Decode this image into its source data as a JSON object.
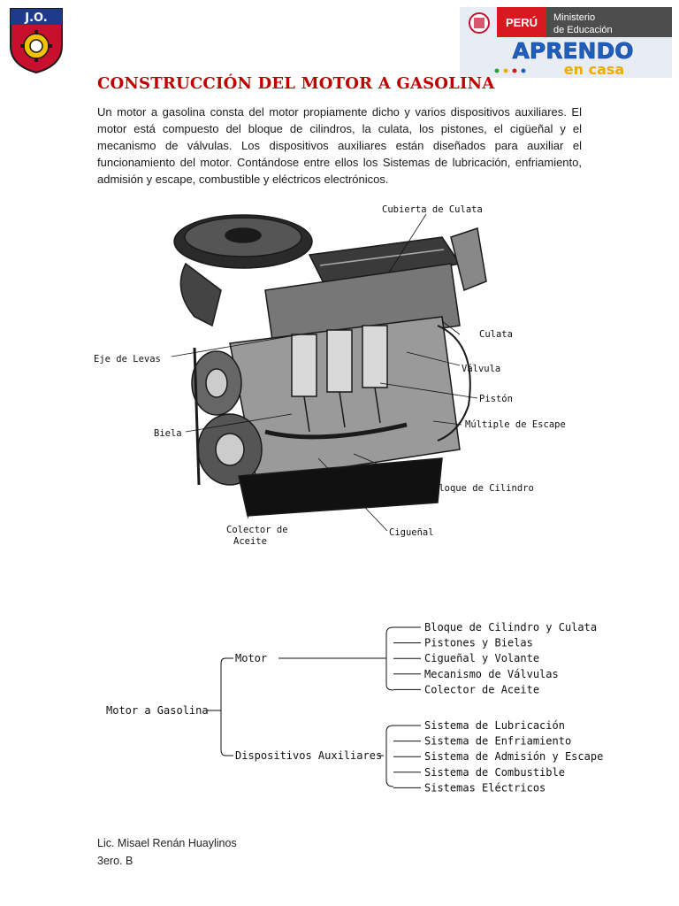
{
  "header": {
    "school_logo_text": "J.O.",
    "ministry_country": "PERÚ",
    "ministry_line1": "Ministerio",
    "ministry_line2": "de Educación",
    "program_line1": "APRENDO",
    "program_line2": "en casa"
  },
  "document": {
    "title": "CONSTRUCCIÓN DEL MOTOR A GASOLINA",
    "intro": "Un motor a gasolina consta del motor propiamente dicho y varios dispositivos auxiliares. El motor está compuesto del bloque de cilindros, la culata, los pistones, el cigüeñal y el mecanismo de válvulas. Los dispositivos auxiliares están diseñados para auxiliar el funcionamiento del motor. Contándose entre ellos los Sistemas de lubricación, enfriamiento, admisión y escape, combustible y eléctricos electrónicos."
  },
  "engine_labels": {
    "cubierta": "Cubierta de Culata",
    "culata": "Culata",
    "valvula": "Válvula",
    "piston": "Pistón",
    "multiple": "Múltiple de Escape",
    "bloque": "Bloque de Cilindro",
    "ciguenal": "Cigueñal",
    "colector_1": "Colector de",
    "colector_2": "Aceite",
    "biela": "Biela",
    "eje_levas": "Eje de Levas"
  },
  "tree": {
    "root": "Motor a Gasolina",
    "branches": [
      {
        "label": "Motor",
        "items": [
          "Bloque de Cilindro y Culata",
          "Pistones y Bielas",
          "Cigueñal y Volante",
          "Mecanismo de Válvulas",
          "Colector de Aceite"
        ]
      },
      {
        "label": "Dispositivos Auxiliares",
        "items": [
          "Sistema de Lubricación",
          "Sistema de Enfriamiento",
          "Sistema de Admisión y Escape",
          "Sistema de Combustible",
          "Sistemas Eléctricos"
        ]
      }
    ]
  },
  "footer": {
    "author": "Lic. Misael Renán Huaylinos",
    "class": "3ero. B"
  }
}
